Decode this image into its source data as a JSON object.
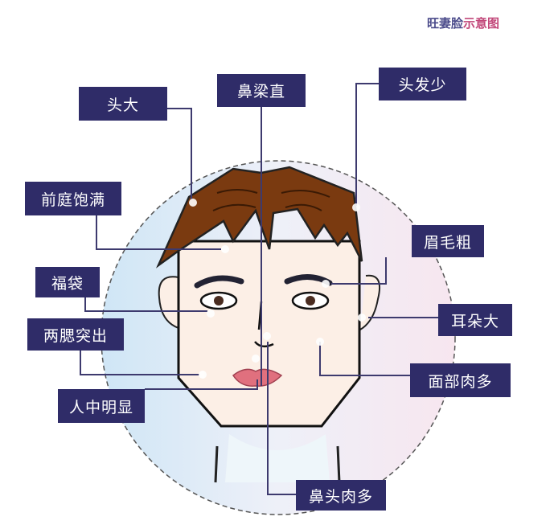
{
  "title": {
    "part1": "旺妻脸",
    "part2": "示意图"
  },
  "labels": {
    "head_big": "头大",
    "nose_bridge": "鼻梁直",
    "less_hair": "头发少",
    "forehead": "前庭饱满",
    "eyebrows": "眉毛粗",
    "eye_bags": "福袋",
    "ears": "耳朵大",
    "cheeks": "两腮突出",
    "face_flesh": "面部肉多",
    "philtrum": "人中明显",
    "nose_tip": "鼻头肉多"
  },
  "colors": {
    "label_bg": "#2f2c68",
    "hair": "#7a3a10",
    "skin": "#fcefe6",
    "lips": "#e0707e"
  }
}
